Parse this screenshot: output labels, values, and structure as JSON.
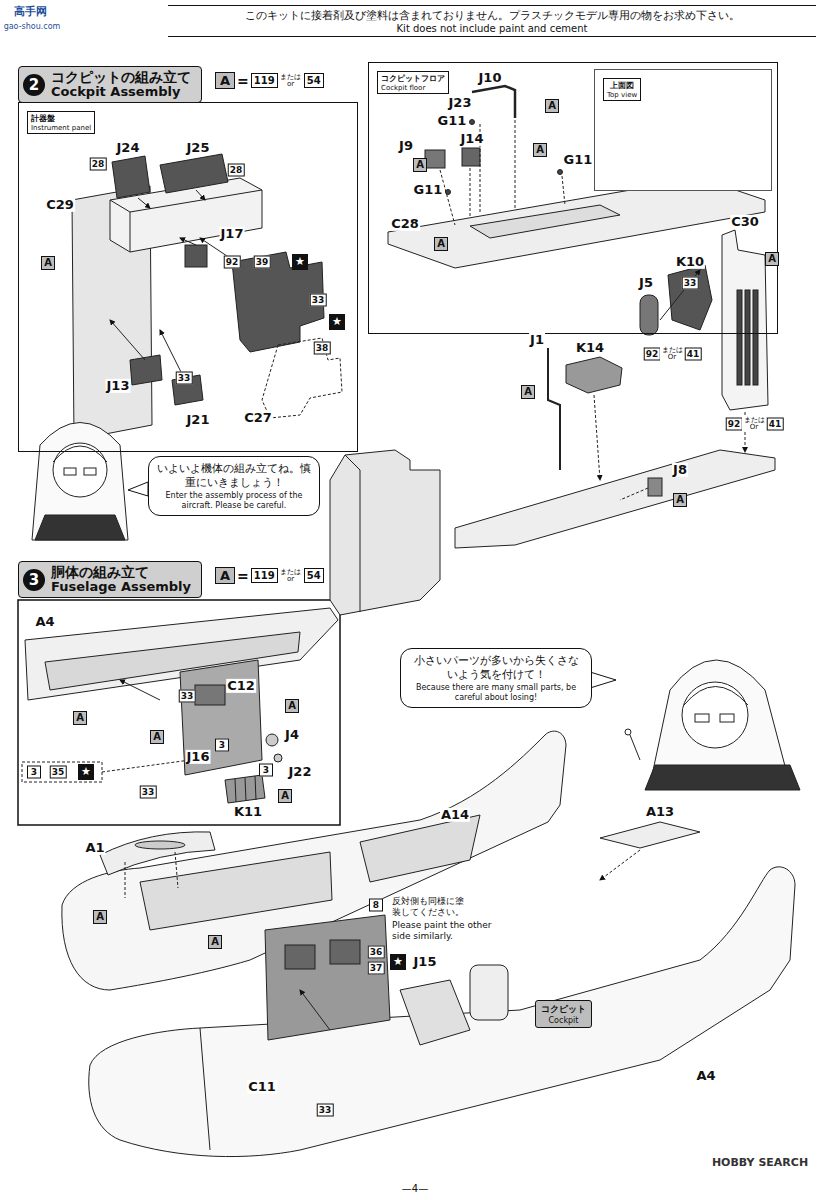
{
  "diagram": {
    "nodes": [
      {
        "text": [
          "このキットに接着剤及び塗料は含まれておりません。プラスチックモデル専用の物をお求め下さい。",
          "Kit does not include paint and cement"
        ]
      },
      {
        "text": [
          "2",
          "コクピットの組み立て",
          "Cockpit Assembly"
        ]
      },
      {
        "text": [
          "A",
          "=",
          "119",
          "または or",
          "54"
        ]
      },
      {
        "text": [
          "計器盤",
          "Instrument panel"
        ]
      },
      {
        "text": [
          "コクピットフロア",
          "Cockpit floor"
        ]
      },
      {
        "text": [
          "上面図",
          "Top view"
        ],
        "in": 4
      },
      {
        "text": [
          "いよいよ機体の組み立てね。慎重にいきましょう！",
          "Enter the assembly process of the aircraft. Please be careful."
        ]
      },
      {
        "text": [
          "3",
          "胴体の組み立て",
          "Fuselage Assembly"
        ]
      },
      {
        "text": [
          "A",
          "=",
          "119",
          "または or",
          "54"
        ]
      },
      {
        "text": [
          "小さいパーツが多いから失くさないよう気を付けて！",
          "Because there are many small parts, be careful about losing!"
        ]
      },
      {
        "text": [
          "コクピット",
          "Cockpit"
        ]
      }
    ],
    "labels": [
      "高手网",
      "gao-shou.com",
      "J24",
      "J25",
      "28",
      "28",
      "C29",
      "A",
      "J17",
      "92",
      "39",
      "★",
      "33",
      "★",
      "38",
      "J13",
      "33",
      "J21",
      "C27",
      "J10",
      "J23",
      "A",
      "G11",
      "J14",
      "A",
      "J9",
      "G11",
      "A",
      "G11",
      "C28",
      "A",
      "C30",
      "A",
      "K10",
      "33",
      "J5",
      "K14",
      "J1",
      "92",
      "または Or",
      "41",
      "A",
      "92",
      "または Or",
      "41",
      "J8",
      "A",
      "A4",
      "33",
      "C12",
      "A",
      "A",
      "J4",
      "A",
      "J16",
      "3",
      "3",
      "J22",
      "A",
      "3",
      "35",
      "★",
      "33",
      "K11",
      "A14",
      "A13",
      "A1",
      "A",
      "A",
      "8",
      "反対側も同様に塗装してください。",
      "Please paint the other side similarly.",
      "36",
      "37",
      "★",
      "J15",
      "C11",
      "33",
      "A4",
      "—4—",
      "HOBBY SEARCH"
    ]
  }
}
